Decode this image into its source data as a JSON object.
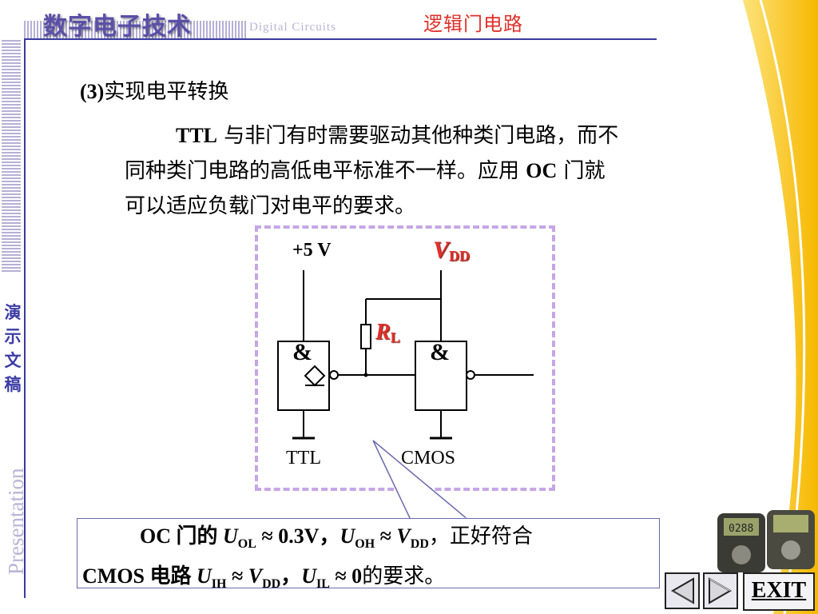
{
  "header": {
    "course_title": "数字电子技术",
    "course_subtitle": "Digital  Circuits",
    "topic": "逻辑门电路"
  },
  "sidebar": {
    "chinese_label_chars": [
      "演",
      "示",
      "文",
      "稿"
    ],
    "english_label": "Presentation"
  },
  "content": {
    "heading_num": "(3)",
    "heading_text": "实现电平转换",
    "paragraph": [
      {
        "parts": [
          {
            "bold": true,
            "t": "TTL"
          },
          {
            "t": " 与非门有时需要驱动其他种类门电路，而不"
          }
        ]
      },
      {
        "parts": [
          {
            "t": "同种类门电路的高低电平标准不一样。应用 "
          },
          {
            "bold": true,
            "t": "OC"
          },
          {
            "t": " 门就"
          }
        ]
      },
      {
        "parts": [
          {
            "t": "可以适应负载门对电平的要求。"
          }
        ]
      }
    ]
  },
  "circuit": {
    "ttl_supply": "+5 V",
    "cmos_supply_sym": "V",
    "cmos_supply_sub": "DD",
    "resistor_sym": "R",
    "resistor_sub": "L",
    "gate_symbol": "&",
    "ttl_label": "TTL",
    "cmos_label": "CMOS"
  },
  "note": {
    "line1": {
      "lead": "OC 门的 ",
      "uol": "U",
      "uol_sub": "OL",
      "uol_rel": " ≈ 0.3V，",
      "uoh": "U",
      "uoh_sub": "OH",
      "uoh_rel": " ≈ ",
      "vdd": "V",
      "vdd_sub": "DD",
      "tail": "，正好符合"
    },
    "line2": {
      "lead": "CMOS 电路 ",
      "uih": "U",
      "uih_sub": "IH",
      "uih_rel": " ≈ ",
      "vdd": "V",
      "vdd_sub": "DD",
      "sep": "，",
      "uil": "U",
      "uil_sub": "IL",
      "uil_rel": " ≈ 0",
      "tail": "的要求。"
    }
  },
  "controls": {
    "exit_label": "EXIT",
    "prev_icon": "prev-triangle-icon",
    "next_icon": "next-triangle-icon"
  },
  "colors": {
    "accent_red": "#e0302a",
    "header_purple": "#5a4fa8",
    "frame_lilac": "#c6a6e6",
    "swoosh_yellow": "#f7c21a"
  }
}
